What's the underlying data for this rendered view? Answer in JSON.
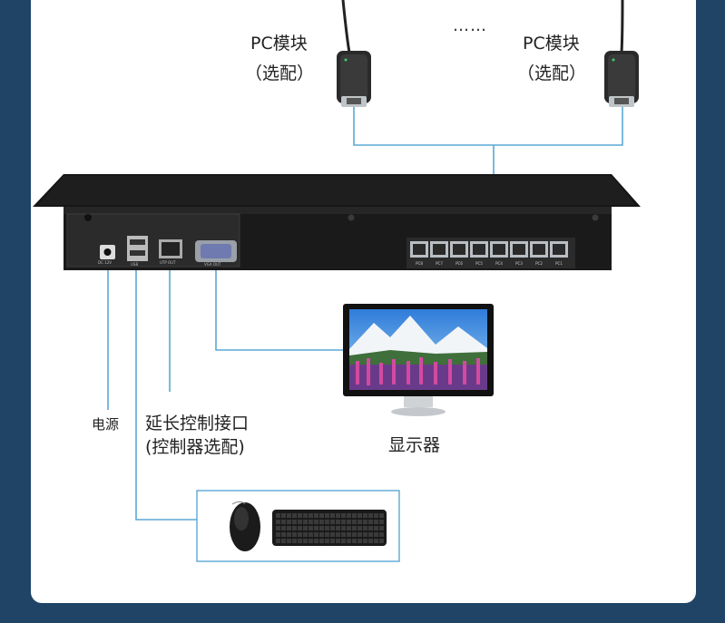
{
  "modules": {
    "left": {
      "title": "PC模块",
      "note": "（选配）"
    },
    "right": {
      "title": "PC模块",
      "note": "（选配）"
    },
    "ellipsis": "……"
  },
  "ports": {
    "rj45_labels": [
      "PC8",
      "PC7",
      "PC6",
      "PC5",
      "PC4",
      "PC3",
      "PC2",
      "PC1"
    ],
    "dc_label": "DC 12V",
    "usb_label": "USB",
    "utp_label": "UTP OUT",
    "vga_label": "VGA OUT"
  },
  "labels": {
    "power": "电源",
    "extension_line1": "延长控制接口",
    "extension_line2": "(控制器选配)",
    "display": "显示器"
  },
  "colors": {
    "background": "#1f4466",
    "connector_line": "#5aa9d6",
    "device_body": "#1c1c1c"
  }
}
